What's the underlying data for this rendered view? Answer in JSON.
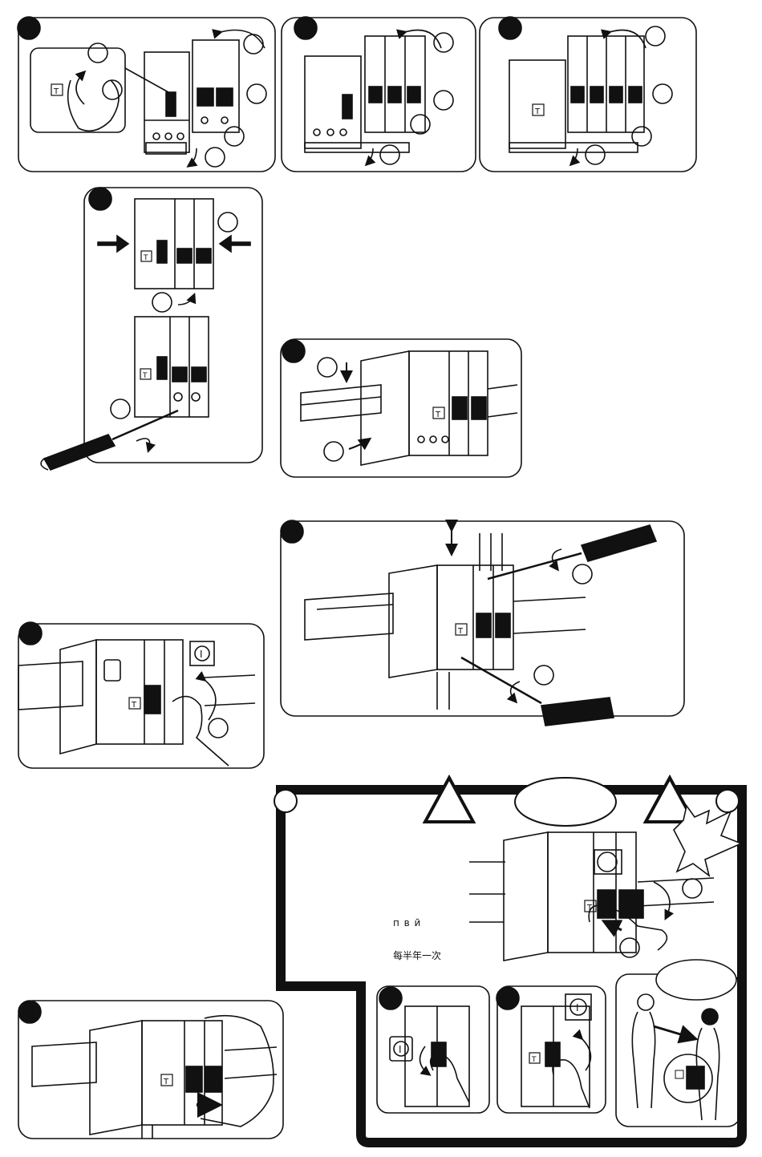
{
  "labels": {
    "t": "T",
    "on_symbol": "I"
  },
  "annotations": {
    "cyrillic_fragment": "п      в й",
    "chinese_note": "每半年一次"
  },
  "icons": {
    "step_marker": "filled-circle",
    "callout": "empty-circle",
    "warning": "warning-triangle",
    "rotate": "curved-arrow",
    "push": "block-arrow",
    "tool": "screwdriver",
    "hand": "hand",
    "person": "person"
  },
  "colors": {
    "ink": "#111111",
    "paper": "#ffffff"
  }
}
